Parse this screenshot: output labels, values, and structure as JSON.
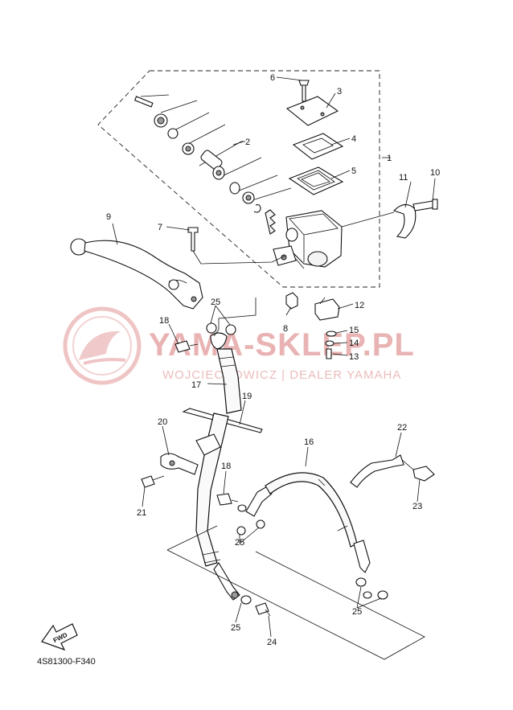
{
  "watermark": {
    "brand": "YAMA-SKLEP.PL",
    "dealer": "WOJCIECHOWICZ | DEALER YAMAHA",
    "color": "#e9b3b3"
  },
  "diagram_code": "4S81300-F340",
  "fwd_label": "FWD",
  "callouts": {
    "c1": "1",
    "c2": "2",
    "c3": "3",
    "c4": "4",
    "c5": "5",
    "c6": "6",
    "c7": "7",
    "c8": "8",
    "c9": "9",
    "c10": "10",
    "c11": "11",
    "c12": "12",
    "c13": "13",
    "c14": "14",
    "c15": "15",
    "c16": "16",
    "c17": "17",
    "c18a": "18",
    "c18b": "18",
    "c19": "19",
    "c20": "20",
    "c21": "21",
    "c22": "22",
    "c23": "23",
    "c24": "24",
    "c25a": "25",
    "c25b": "25",
    "c25c": "25",
    "c25d": "25"
  }
}
